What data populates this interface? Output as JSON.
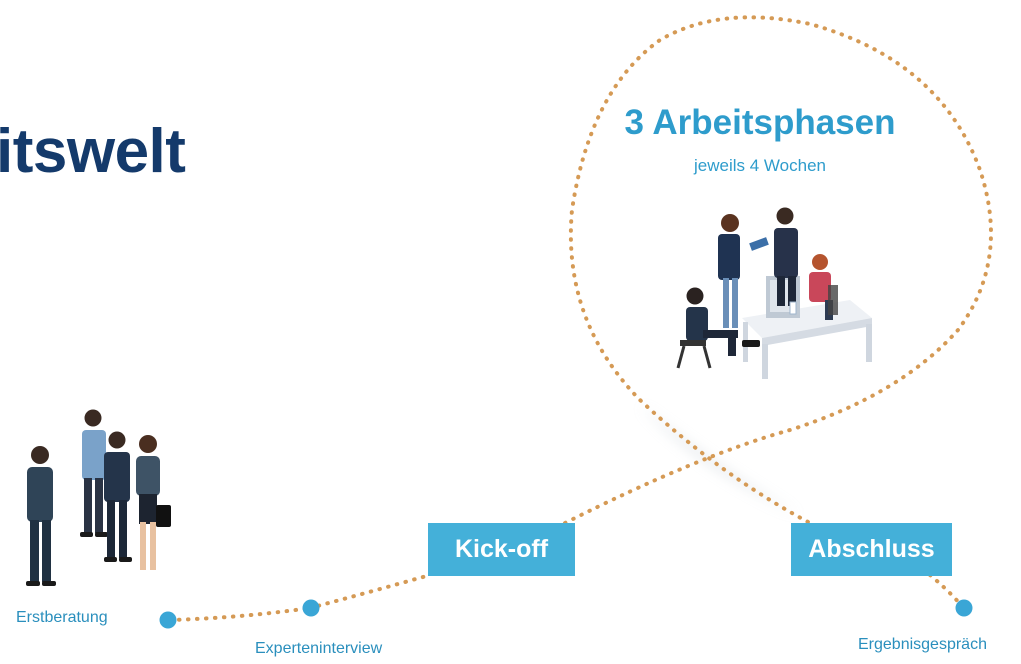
{
  "title": "itswelt",
  "phase": {
    "title": "3 Arbeitsphasen",
    "subtitle": "jeweils 4 Wochen"
  },
  "milestones": {
    "kickoff": "Kick-off",
    "abschluss": "Abschluss"
  },
  "steps": {
    "erstberatung": "Erstberatung",
    "experteninterview": "Experteninterview",
    "ergebnisgespraech": "Ergebnisgespräch"
  },
  "colors": {
    "title": "#143a6b",
    "accent": "#44b0d9",
    "path_dots": "#d59a55",
    "node": "#3aa6d6"
  }
}
